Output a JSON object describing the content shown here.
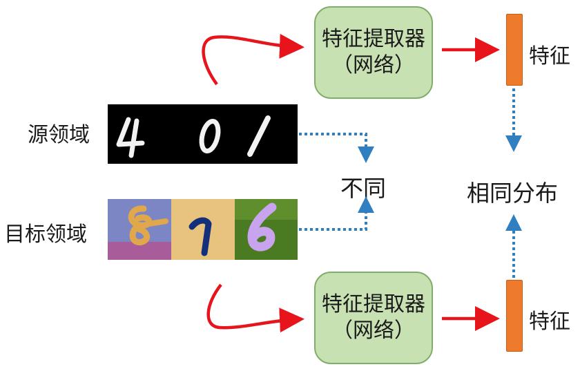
{
  "source_domain": {
    "label": "源领域"
  },
  "target_domain": {
    "label": "目标领域"
  },
  "extractor_top": {
    "line1": "特征提取器",
    "line2": "（网络）"
  },
  "extractor_bottom": {
    "line1": "特征提取器",
    "line2": "（网络）"
  },
  "feature_top": {
    "label": "特征"
  },
  "feature_bottom": {
    "label": "特征"
  },
  "different": {
    "label": "不同"
  },
  "same_distribution": {
    "label": "相同分布"
  },
  "colors": {
    "red_arrow": "#e8141c",
    "blue_dotted": "#2f7fc1",
    "extractor_fill": "#c8e1b3",
    "feature_bar": "#ee7a2c"
  }
}
